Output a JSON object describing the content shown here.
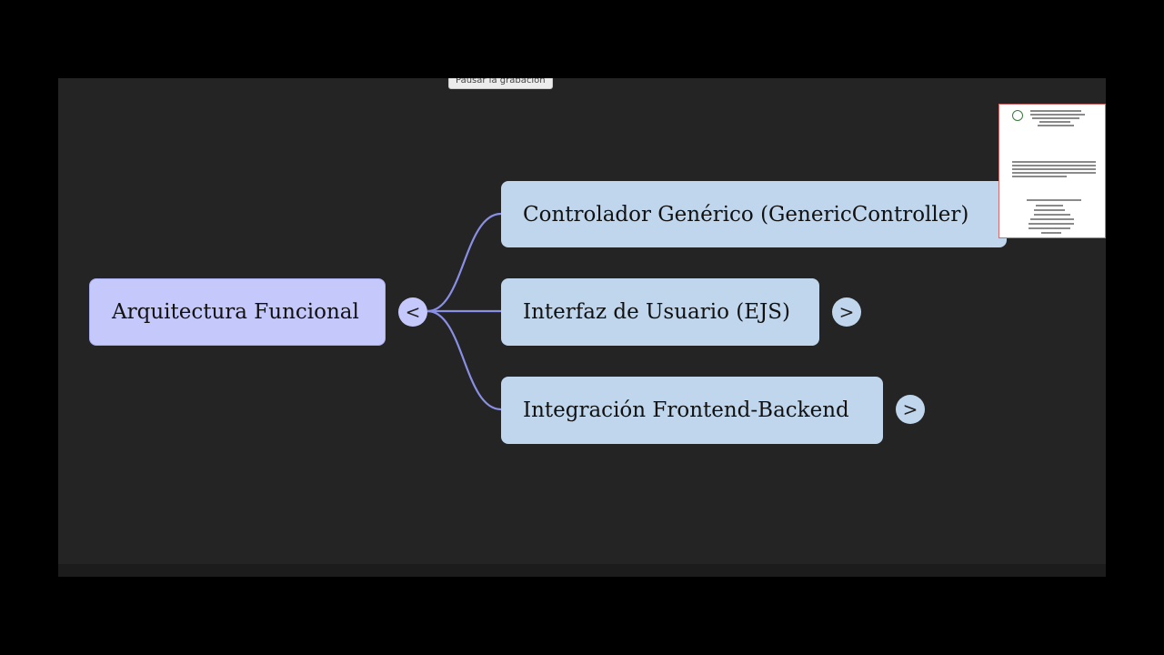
{
  "recording": {
    "pause_label": "Pausar la grabación"
  },
  "mindmap": {
    "root": {
      "label": "Arquitectura Funcional",
      "toggle": "<"
    },
    "children": [
      {
        "label": "Controlador Genérico (GenericController)",
        "toggle": ""
      },
      {
        "label": "Interfaz de Usuario (EJS)",
        "toggle": ">"
      },
      {
        "label": "Integración Frontend-Backend",
        "toggle": ">"
      }
    ],
    "colors": {
      "root_fill": "#c5c8fb",
      "child_fill": "#bfd6ec",
      "edge": "#8a8fe6",
      "background": "#242424"
    }
  }
}
